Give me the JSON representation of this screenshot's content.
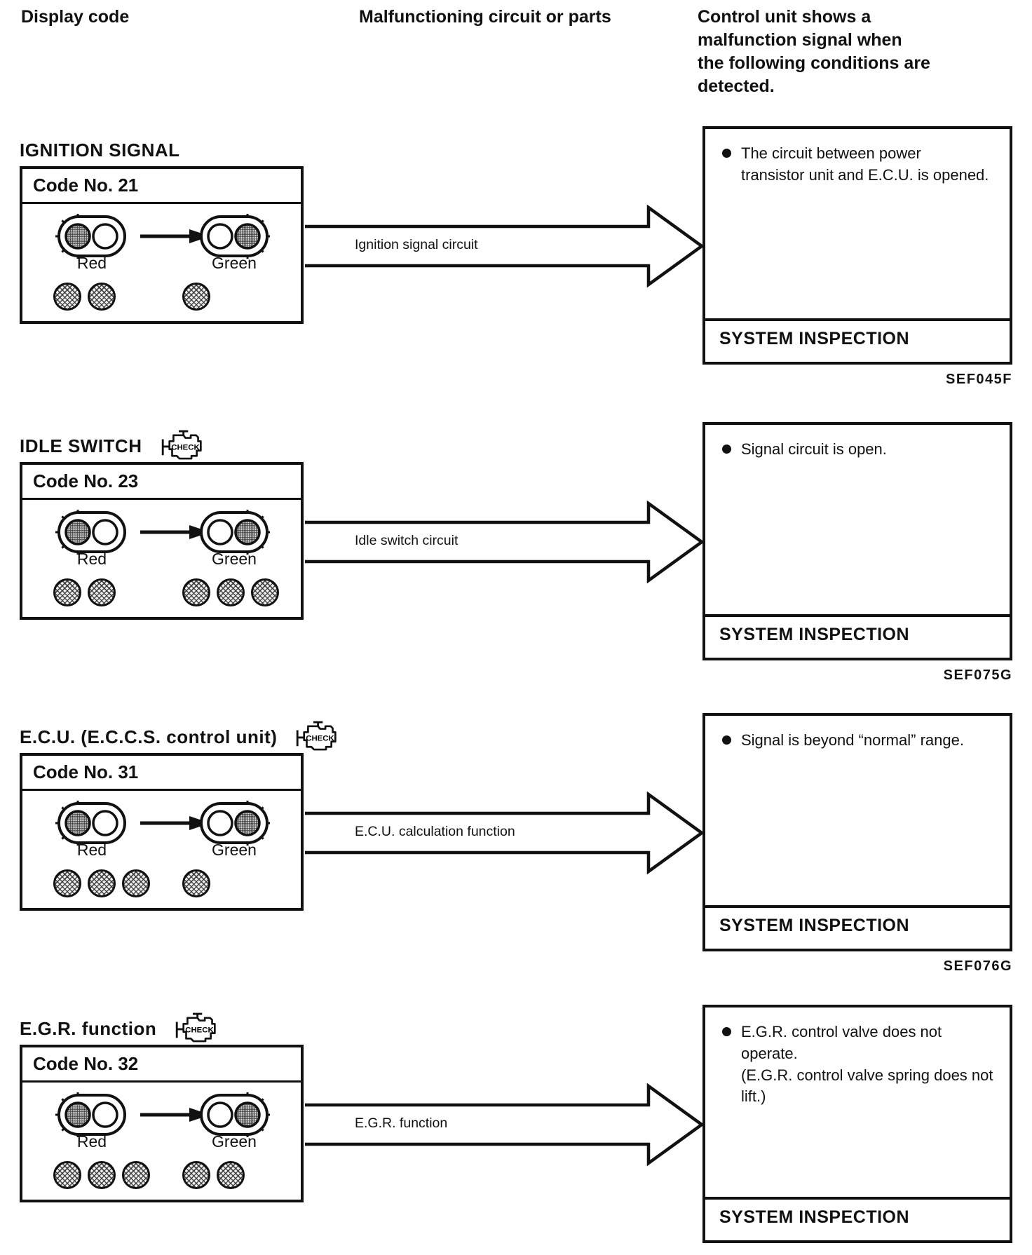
{
  "header": {
    "col_display_code": "Display code",
    "col_malfunction": "Malfunctioning circuit or parts",
    "col_control_unit": "Control unit shows a malfunction signal when the following conditions are detected."
  },
  "labels": {
    "check": "CHECK",
    "red": "Red",
    "green": "Green"
  },
  "sections": [
    {
      "heading": "IGNITION SIGNAL",
      "code_title": "Code No. 21",
      "red_blinks": 2,
      "green_blinks": 1,
      "arrow_label": "Ignition signal circuit",
      "condition": "The circuit between power\ntransistor unit and E.C.U. is opened.",
      "inspection": "SYSTEM INSPECTION",
      "ref_code": "SEF045F"
    },
    {
      "heading": "IDLE SWITCH",
      "code_title": "Code No. 23",
      "red_blinks": 2,
      "green_blinks": 3,
      "arrow_label": "Idle switch circuit",
      "condition": "Signal circuit is open.",
      "inspection": "SYSTEM INSPECTION",
      "ref_code": "SEF075G"
    },
    {
      "heading": "E.C.U.  (E.C.C.S. control unit)",
      "code_title": "Code No. 31",
      "red_blinks": 3,
      "green_blinks": 1,
      "arrow_label": "E.C.U. calculation function",
      "condition": "Signal is beyond “normal” range.",
      "inspection": "SYSTEM INSPECTION",
      "ref_code": "SEF076G"
    },
    {
      "heading": "E.G.R. function",
      "code_title": "Code No. 32",
      "red_blinks": 3,
      "green_blinks": 2,
      "arrow_label": "E.G.R. function",
      "condition": "E.G.R. control valve does not operate.\n(E.G.R. control valve spring does not\nlift.)",
      "inspection": "SYSTEM INSPECTION",
      "ref_code": ""
    }
  ]
}
